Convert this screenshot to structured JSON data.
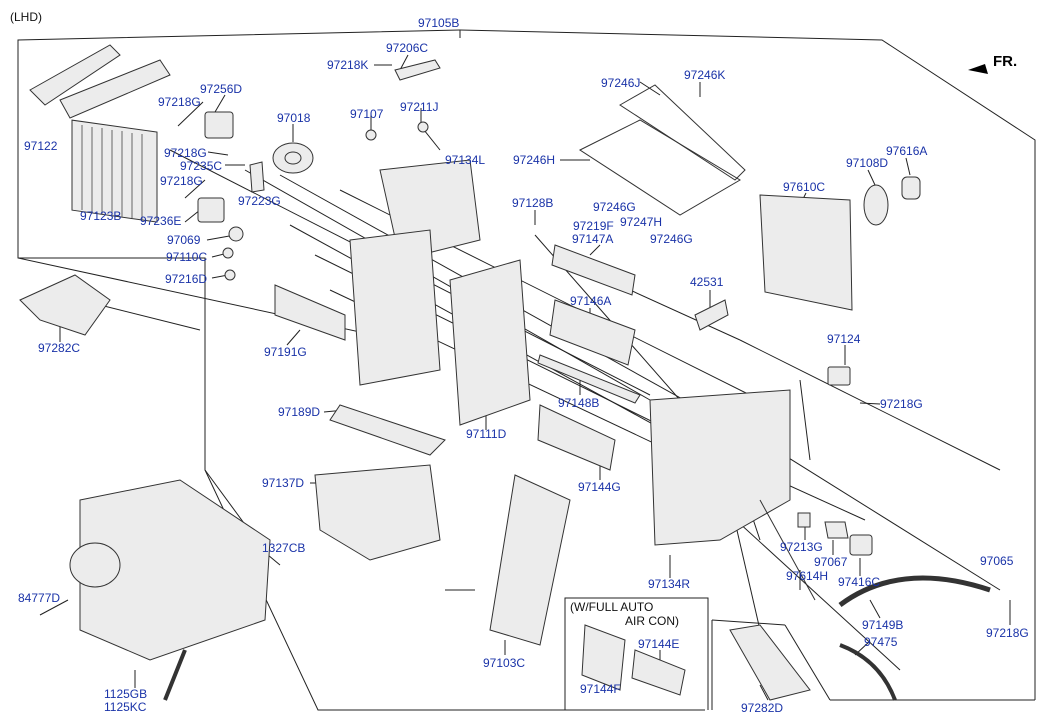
{
  "variant_label": "(LHD)",
  "direction_label": "FR.",
  "note": {
    "line1": "(W/FULL AUTO",
    "line2": "AIR CON)"
  },
  "colors": {
    "label": "#1a33a8",
    "line": "#222222",
    "part_fill": "#ececec",
    "part_stroke": "#333333"
  },
  "labels": {
    "p97105B": "97105B",
    "p97206C": "97206C",
    "p97218K": "97218K",
    "p97256D": "97256D",
    "p97218G_a": "97218G",
    "p97107": "97107",
    "p97211J": "97211J",
    "p97018": "97018",
    "p97122": "97122",
    "p97218G_b": "97218G",
    "p97235C": "97235C",
    "p97218G_c": "97218G",
    "p97223G": "97223G",
    "p97123B": "97123B",
    "p97236E": "97236E",
    "p97069": "97069",
    "p97110C": "97110C",
    "p97216D": "97216D",
    "p97134L": "97134L",
    "p97246J": "97246J",
    "p97246K": "97246K",
    "p97246H": "97246H",
    "p97246G_a": "97246G",
    "p97247H": "97247H",
    "p97246G_b": "97246G",
    "p97128B": "97128B",
    "p97219F": "97219F",
    "p97147A": "97147A",
    "p97616A": "97616A",
    "p97108D": "97108D",
    "p97610C": "97610C",
    "p97282C_a": "97282C",
    "p97191G": "97191G",
    "p97146A": "97146A",
    "p42531": "42531",
    "p97124": "97124",
    "p97218G_d": "97218G",
    "p97189D": "97189D",
    "p97111D": "97111D",
    "p97148B": "97148B",
    "p97144G": "97144G",
    "p97137D": "97137D",
    "p97213G": "97213G",
    "p97067": "97067",
    "p97065": "97065",
    "p97614H": "97614H",
    "p97416C": "97416C",
    "p97134R": "97134R",
    "p97149B": "97149B",
    "p97218G_e": "97218G",
    "p97475": "97475",
    "p1327CB": "1327CB",
    "p84777D": "84777D",
    "p97103C": "97103C",
    "p97144E": "97144E",
    "p97144F": "97144F",
    "p1125GB": "1125GB",
    "p1125KC": "1125KC",
    "p97282D": "97282D"
  }
}
